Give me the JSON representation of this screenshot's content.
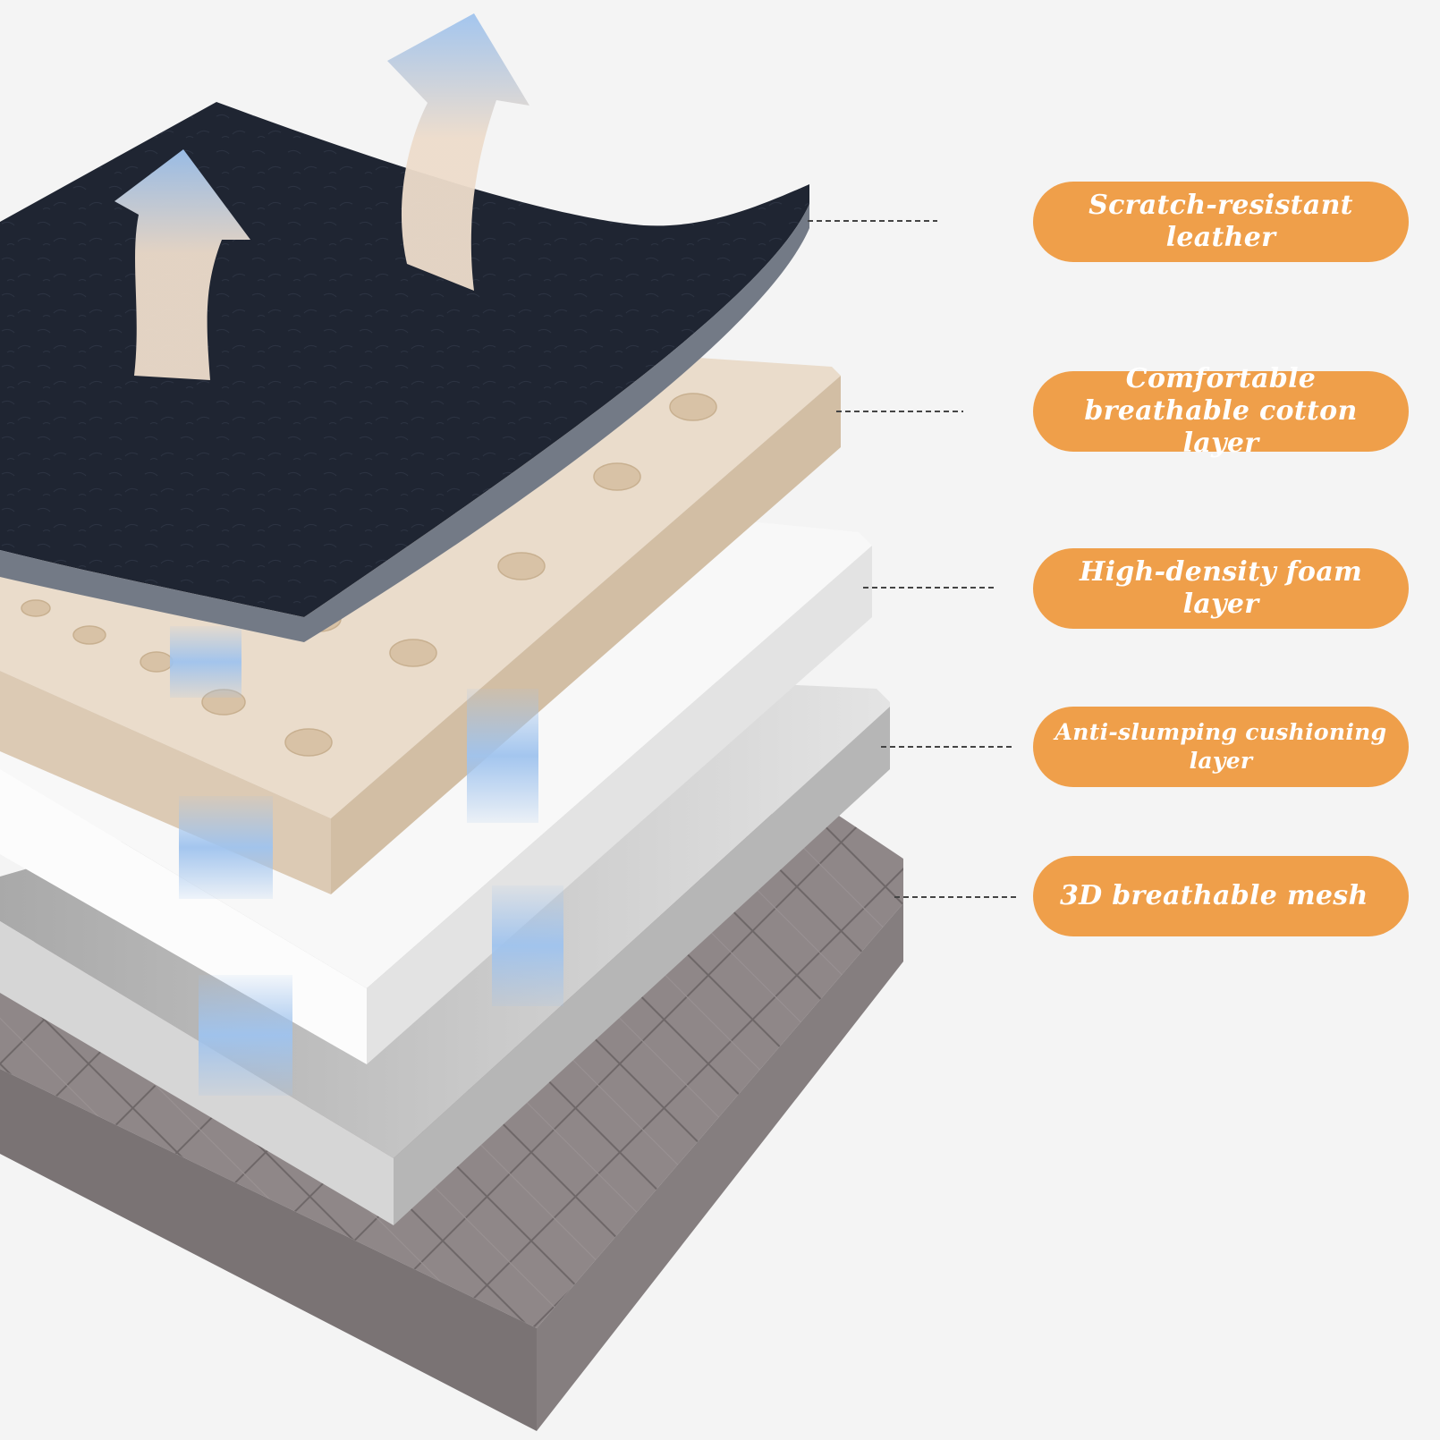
{
  "colors": {
    "background": "#f4f4f4",
    "pill": "#ef9f4a",
    "pill_text": "#ffffff",
    "leather": "#1f2532",
    "cotton": "#eadccb",
    "foam": "#f8f8f8",
    "cushion": "#cfcfcf",
    "mesh": "#8f8788",
    "airflow_blue": "#9fc3ee",
    "airflow_beige": "#eddccb"
  },
  "icons": [
    "airflow-arrow-icon",
    "airflow-arrow-icon",
    "airflow-column"
  ],
  "layers": [
    {
      "id": "leather",
      "label": "Scratch-resistant leather"
    },
    {
      "id": "cotton",
      "label": "Comfortable breathable cotton layer"
    },
    {
      "id": "foam",
      "label": "High-density foam layer"
    },
    {
      "id": "cushion",
      "label": "Anti-slumping cushioning layer"
    },
    {
      "id": "mesh",
      "label": "3D breathable mesh"
    }
  ]
}
